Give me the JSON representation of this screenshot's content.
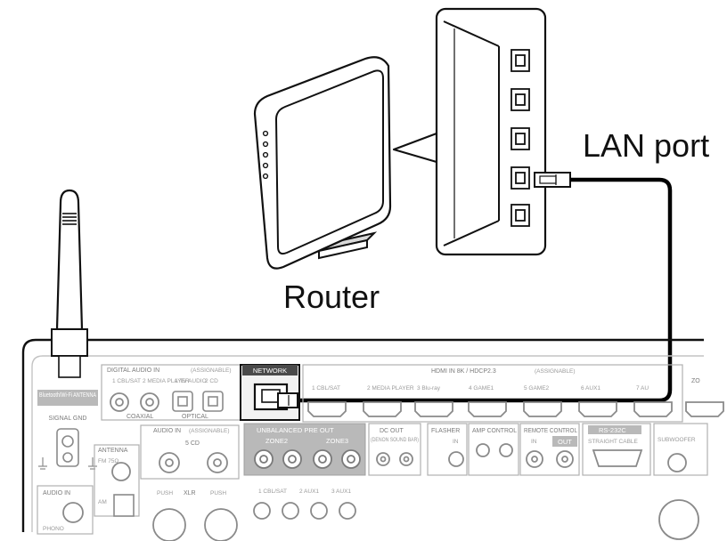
{
  "labels": {
    "lan_port": "LAN port",
    "router": "Router"
  },
  "panel": {
    "antenna_label": "Bluetooth/Wi-Fi ANTENNA",
    "signal_gnd": "SIGNAL GND",
    "digital_audio_in": "DIGITAL AUDIO IN",
    "digital_audio_in_note": "(ASSIGNABLE)",
    "coaxial": "COAXIAL",
    "optical": "OPTICAL",
    "coax_inputs": [
      "1 CBL/SAT",
      "2 MEDIA PLAYER"
    ],
    "optical_inputs": [
      "1 TV AUDIO",
      "2 CD"
    ],
    "network": "NETWORK",
    "hdmi_in": "HDMI IN 8K / HDCP2.3",
    "hdmi_in_note": "(ASSIGNABLE)",
    "hdmi_inputs": [
      "1 CBL/SAT",
      "2 MEDIA PLAYER",
      "3 Blu-ray",
      "4 GAME1",
      "5 GAME2",
      "6 AUX1",
      "7 AU"
    ],
    "zone_label": "ZO",
    "audio_in": "AUDIO IN",
    "audio_in_note": "(ASSIGNABLE)",
    "cd_label": "5 CD",
    "unbalanced_pre_out": "UNBALANCED PRE OUT",
    "zone2": "ZONE2",
    "zone3": "ZONE3",
    "dc_out": "DC OUT",
    "dc_out_note": "(DENON SOUND BAR)",
    "flasher": "FLASHER",
    "flasher_in": "IN",
    "amp_control": "AMP CONTROL",
    "remote_control": "REMOTE CONTROL",
    "remote_in": "IN",
    "remote_out": "OUT",
    "rs232c": "RS-232C",
    "straight_cable": "STRAIGHT CABLE",
    "subwoofer": "SUBWOOFER",
    "antenna": "ANTENNA",
    "fm": "FM 75Ω",
    "am": "AM",
    "audio_in_bottom": "AUDIO IN",
    "phono": "PHONO",
    "push": "PUSH",
    "xlr": "XLR",
    "balanced_inputs": [
      "1 CBL/SAT",
      "2 AUX1",
      "3 AUX1"
    ]
  },
  "colors": {
    "line": "#111111",
    "panel_gray": "#9a9a9a",
    "section_fill": "#b9b9b9",
    "cable": "#000000"
  }
}
